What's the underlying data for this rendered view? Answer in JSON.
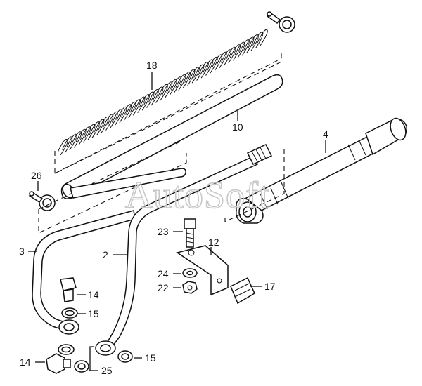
{
  "watermark": "AutoSoft",
  "labels": [
    {
      "id": "18",
      "text": "18"
    },
    {
      "id": "10",
      "text": "10"
    },
    {
      "id": "4",
      "text": "4"
    },
    {
      "id": "26",
      "text": "26"
    },
    {
      "id": "3",
      "text": "3"
    },
    {
      "id": "2",
      "text": "2"
    },
    {
      "id": "23",
      "text": "23"
    },
    {
      "id": "12",
      "text": "12"
    },
    {
      "id": "24",
      "text": "24"
    },
    {
      "id": "22",
      "text": "22"
    },
    {
      "id": "17",
      "text": "17"
    },
    {
      "id": "14a",
      "text": "14"
    },
    {
      "id": "15a",
      "text": "15"
    },
    {
      "id": "14b",
      "text": "14"
    },
    {
      "id": "25",
      "text": "25"
    },
    {
      "id": "15b",
      "text": "15"
    }
  ]
}
